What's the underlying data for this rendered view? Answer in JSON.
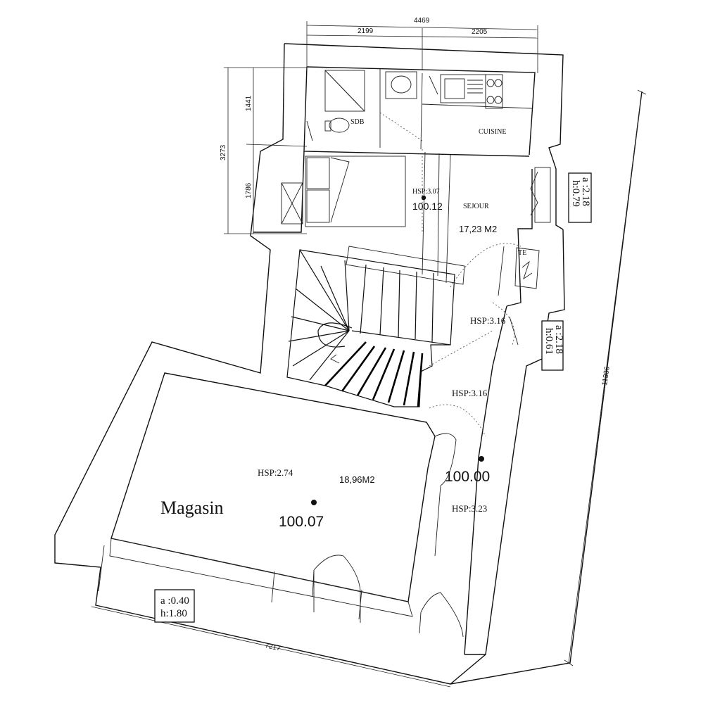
{
  "dimensions": {
    "top_total": "4469",
    "top_left": "2199",
    "top_right": "2205",
    "left_total": "3273",
    "left_upper": "1441",
    "left_lower": "1786",
    "right_total": "11336",
    "bottom_total": "7217"
  },
  "rooms": {
    "sdb": "SDB",
    "cuisine": "CUISINE",
    "sejour": "SEJOUR",
    "sejour_area": "17,23 M2",
    "magasin": "Magasin",
    "magasin_area": "18,96M2",
    "te": "TE"
  },
  "heights": {
    "sejour": "HSP:3.07",
    "landing": "HSP:3.16",
    "corridor": "HSP:3.16",
    "magasin": "HSP:2.74",
    "entrance": "HSP:3.23"
  },
  "levels": {
    "sejour": "100.12",
    "magasin": "100.07",
    "entrance": "100.00"
  },
  "windows": {
    "cuisine_a": "a :2.18",
    "cuisine_h": "h:0.79",
    "corridor_a": "a :2.18",
    "corridor_h": "h:0.61",
    "magasin_a": "a :0.40",
    "magasin_h": "h:1.80"
  }
}
